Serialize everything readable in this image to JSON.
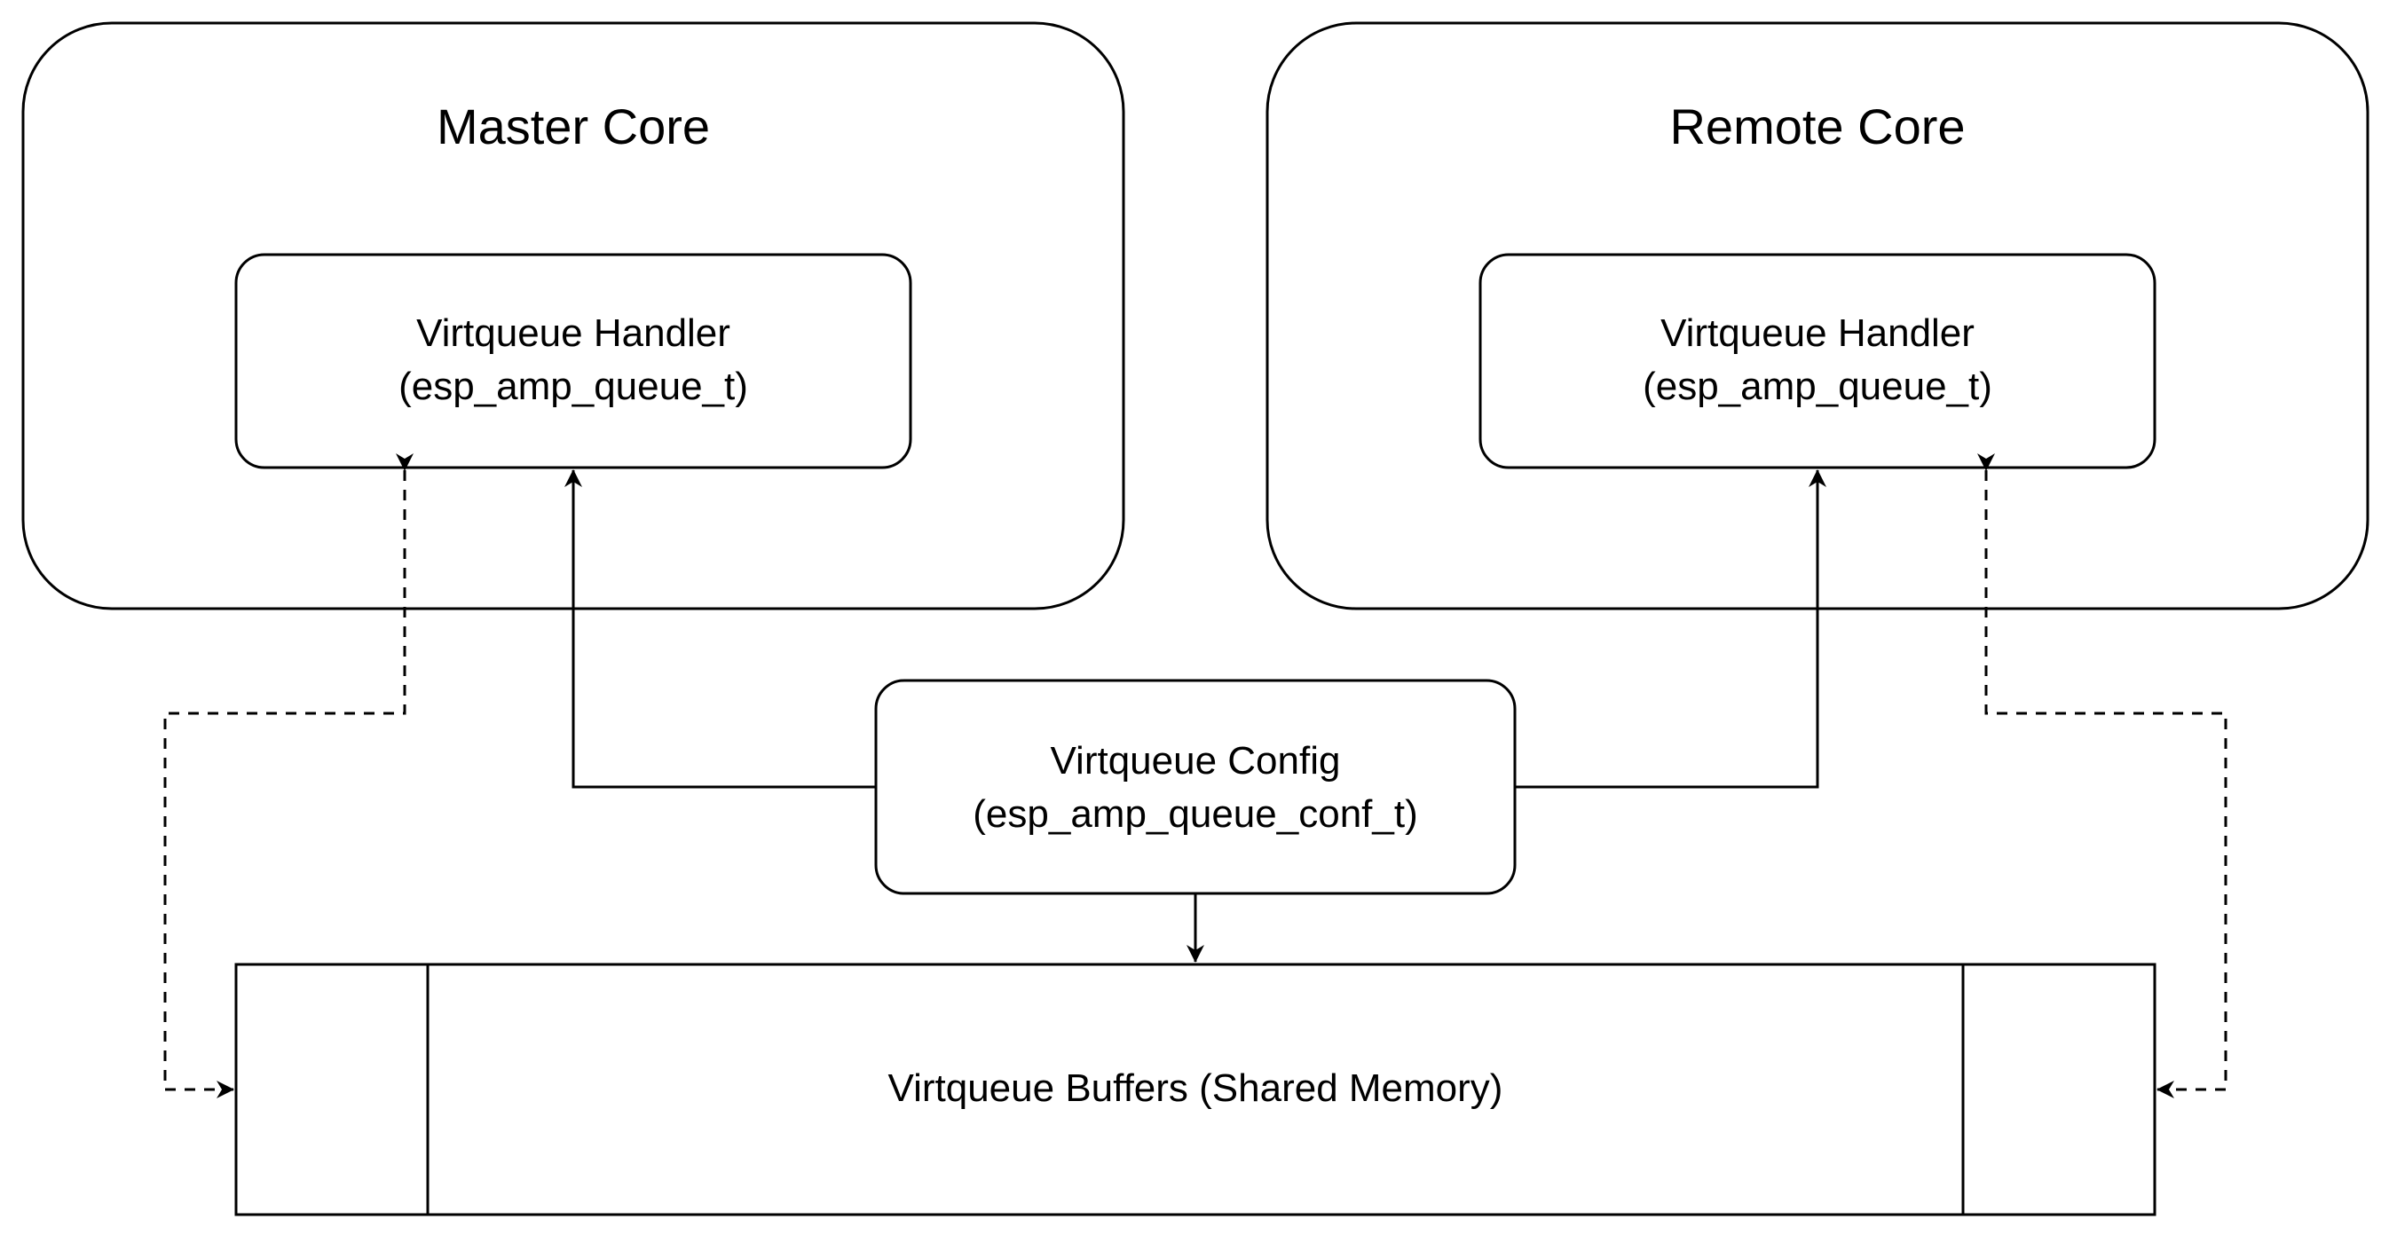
{
  "master_core": {
    "title": "Master Core",
    "handler": {
      "line1": "Virtqueue Handler",
      "line2": "(esp_amp_queue_t)"
    }
  },
  "remote_core": {
    "title": "Remote Core",
    "handler": {
      "line1": "Virtqueue Handler",
      "line2": "(esp_amp_queue_t)"
    }
  },
  "config": {
    "line1": "Virtqueue Config",
    "line2": "(esp_amp_queue_conf_t)"
  },
  "buffers": {
    "label": "Virtqueue Buffers (Shared Memory)"
  },
  "colors": {
    "stroke": "#000000",
    "background": "#ffffff"
  },
  "connections": [
    {
      "from": "virtqueue-config",
      "to": "master-virtqueue-handler",
      "style": "solid"
    },
    {
      "from": "virtqueue-config",
      "to": "remote-virtqueue-handler",
      "style": "solid"
    },
    {
      "from": "virtqueue-config",
      "to": "virtqueue-buffers",
      "style": "solid"
    },
    {
      "from": "master-virtqueue-handler",
      "to": "virtqueue-buffers",
      "style": "dashed",
      "bidirectional": true
    },
    {
      "from": "remote-virtqueue-handler",
      "to": "virtqueue-buffers",
      "style": "dashed",
      "bidirectional": true
    }
  ]
}
